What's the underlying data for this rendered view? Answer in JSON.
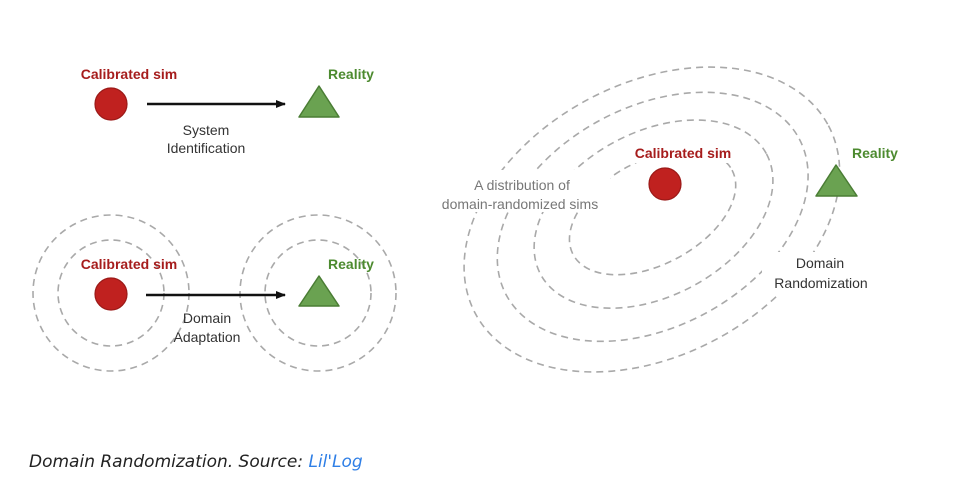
{
  "colors": {
    "sim_red": "#c0211f",
    "sim_label_red": "#a61c1c",
    "reality_green": "#6aa251",
    "reality_label_green": "#4c8a2f",
    "ring_gray": "#a9a9a9",
    "link_blue": "#2f7fe6"
  },
  "panels": {
    "system_identification": {
      "sim_label": "Calibrated sim",
      "reality_label": "Reality",
      "arrow_label_line1": "System",
      "arrow_label_line2": "Identification"
    },
    "domain_adaptation": {
      "sim_label": "Calibrated sim",
      "reality_label": "Reality",
      "arrow_label_line1": "Domain",
      "arrow_label_line2": "Adaptation"
    },
    "domain_randomization": {
      "sim_label": "Calibrated sim",
      "reality_label": "Reality",
      "distribution_label_line1": "A distribution of",
      "distribution_label_line2": "domain-randomized sims",
      "method_label_line1": "Domain",
      "method_label_line2": "Randomization"
    }
  },
  "caption": {
    "text": "Domain Randomization. Source: ",
    "link_text": "Lil'Log"
  }
}
